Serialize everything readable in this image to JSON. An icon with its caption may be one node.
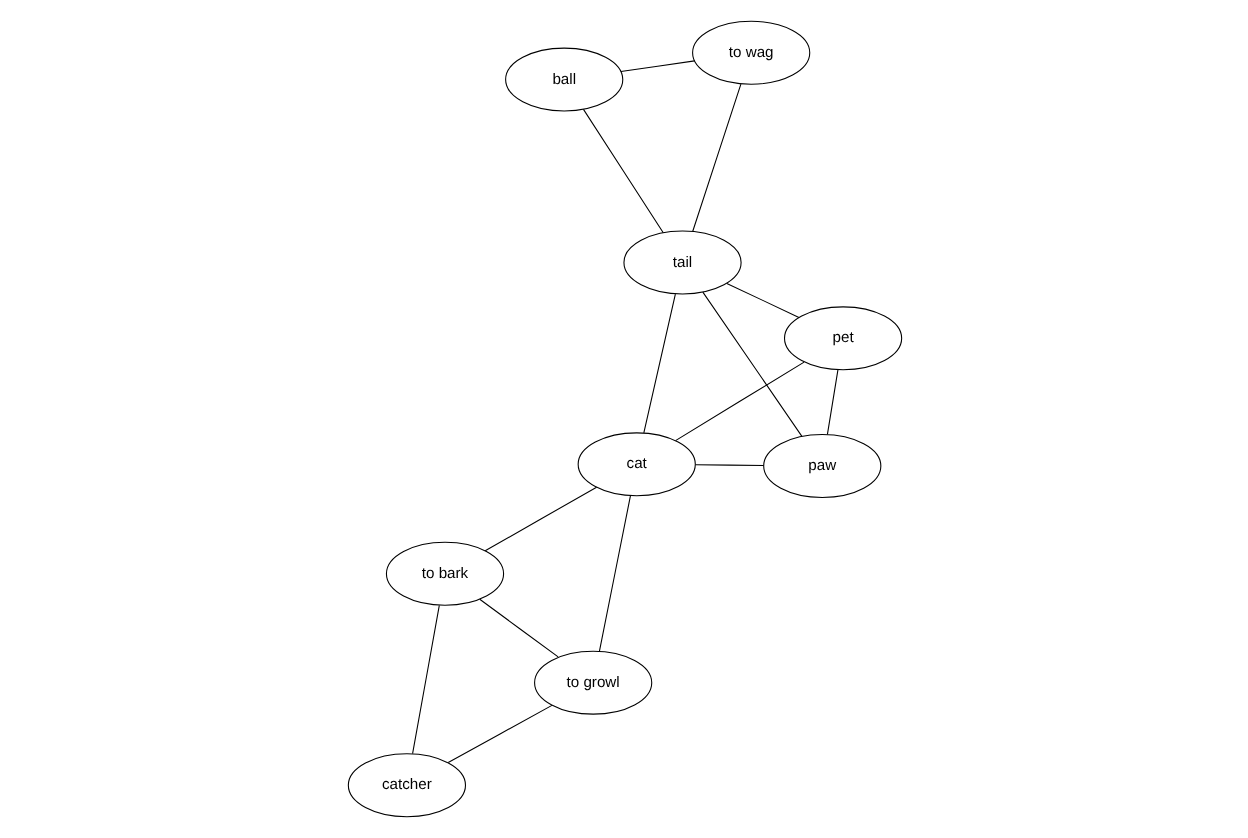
{
  "diagram": {
    "nodes": [
      {
        "text": [
          "to bark"
        ]
      },
      {
        "text": [
          "catcher"
        ]
      },
      {
        "text": [
          "to growl"
        ]
      },
      {
        "text": [
          "cat"
        ]
      },
      {
        "text": [
          "to wag"
        ]
      },
      {
        "text": [
          "ball"
        ]
      },
      {
        "text": [
          "tail"
        ]
      },
      {
        "text": [
          "pet"
        ]
      },
      {
        "text": [
          "paw"
        ]
      }
    ],
    "edges": [
      {
        "from": 0,
        "to": 1,
        "arrow": "none"
      },
      {
        "from": 0,
        "to": 2,
        "arrow": "none"
      },
      {
        "from": 0,
        "to": 3,
        "arrow": "none"
      },
      {
        "from": 1,
        "to": 2,
        "arrow": "none"
      },
      {
        "from": 2,
        "to": 3,
        "arrow": "none"
      },
      {
        "from": 4,
        "to": 5,
        "arrow": "none"
      },
      {
        "from": 4,
        "to": 6,
        "arrow": "none"
      },
      {
        "from": 5,
        "to": 6,
        "arrow": "none"
      },
      {
        "from": 6,
        "to": 3,
        "arrow": "none"
      },
      {
        "from": 6,
        "to": 8,
        "arrow": "none"
      },
      {
        "from": 6,
        "to": 7,
        "arrow": "none"
      },
      {
        "from": 3,
        "to": 7,
        "arrow": "none"
      },
      {
        "from": 3,
        "to": 8,
        "arrow": "none"
      },
      {
        "from": 8,
        "to": 7,
        "arrow": "none"
      }
    ]
  }
}
